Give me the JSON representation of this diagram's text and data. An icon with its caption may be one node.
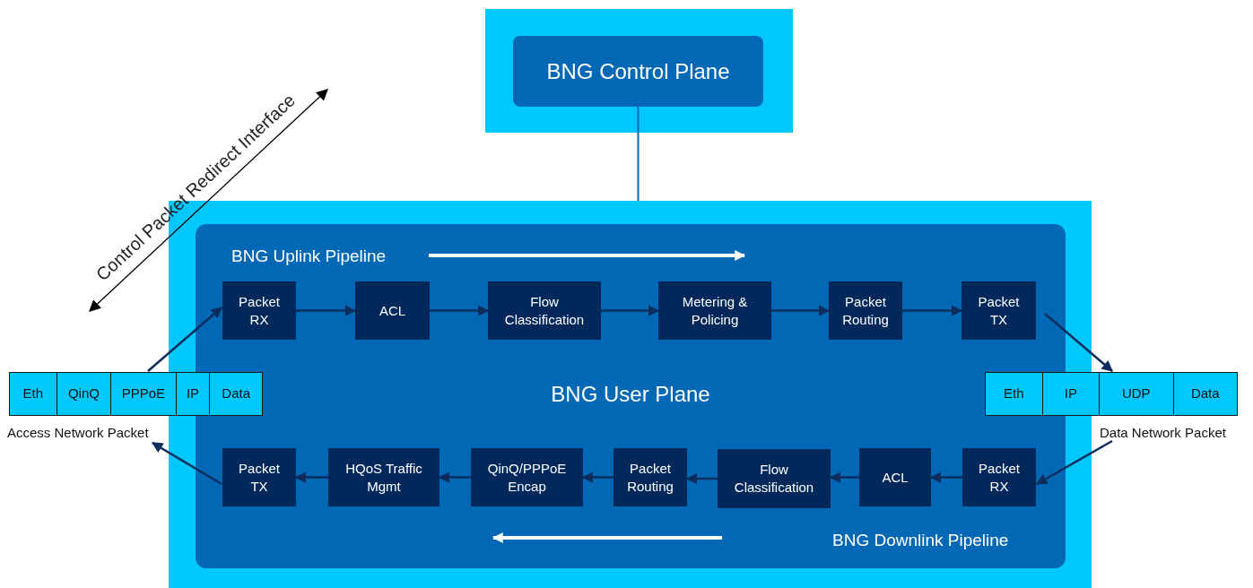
{
  "diagram": {
    "nodes": [
      {
        "text": [],
        "shape": "box"
      },
      {
        "text": [
          "BNG Control Plane"
        ],
        "in": 0
      },
      {
        "text": [],
        "shape": "box"
      },
      {
        "text": [
          "BNG User Plane"
        ],
        "in": 2
      },
      {
        "text": [
          "Packet RX"
        ],
        "in": 3
      },
      {
        "text": [
          "ACL"
        ],
        "in": 3
      },
      {
        "text": [
          "Flow Classification"
        ],
        "in": 3
      },
      {
        "text": [
          "Metering & Policing"
        ],
        "in": 3
      },
      {
        "text": [
          "Packet Routing"
        ],
        "in": 3
      },
      {
        "text": [
          "Packet TX"
        ],
        "in": 3
      },
      {
        "text": [
          "Packet TX"
        ],
        "in": 3
      },
      {
        "text": [
          "HQoS Traffic Mgmt"
        ],
        "in": 3
      },
      {
        "text": [
          "QinQ/PPPoE Encap"
        ],
        "in": 3
      },
      {
        "text": [
          "Packet Routing"
        ],
        "in": 3
      },
      {
        "text": [
          "Flow Classification"
        ],
        "in": 3
      },
      {
        "text": [
          "ACL"
        ],
        "in": 3
      },
      {
        "text": [
          "Packet RX"
        ],
        "in": 3
      },
      {
        "text": [
          "Eth",
          "QinQ",
          "PPPoE",
          "IP",
          "Data"
        ],
        "beside": [
          "Access Network Packet"
        ]
      },
      {
        "text": [
          "Eth",
          "IP",
          "UDP",
          "Data"
        ],
        "beside": [
          "Data Network Packet"
        ]
      }
    ],
    "edges": [
      {
        "from": 1,
        "to": 2,
        "arrow": "none"
      },
      {
        "from": 17,
        "to": 4,
        "arrow": "to"
      },
      {
        "from": 4,
        "to": 5,
        "arrow": "to"
      },
      {
        "from": 5,
        "to": 6,
        "arrow": "to"
      },
      {
        "from": 6,
        "to": 7,
        "arrow": "to"
      },
      {
        "from": 7,
        "to": 8,
        "arrow": "to"
      },
      {
        "from": 8,
        "to": 9,
        "arrow": "to"
      },
      {
        "from": 9,
        "to": 18,
        "arrow": "to"
      },
      {
        "from": 18,
        "to": 16,
        "arrow": "to"
      },
      {
        "from": 16,
        "to": 15,
        "arrow": "to"
      },
      {
        "from": 15,
        "to": 14,
        "arrow": "to"
      },
      {
        "from": 14,
        "to": 13,
        "arrow": "to"
      },
      {
        "from": 13,
        "to": 12,
        "arrow": "to"
      },
      {
        "from": 12,
        "to": 11,
        "arrow": "to"
      },
      {
        "from": 11,
        "to": 10,
        "arrow": "to"
      },
      {
        "from": 10,
        "to": 17,
        "arrow": "to"
      }
    ],
    "labels": [
      "Control Packet Redirect Interface",
      "BNG Uplink Pipeline",
      "BNG Downlink Pipeline"
    ]
  }
}
